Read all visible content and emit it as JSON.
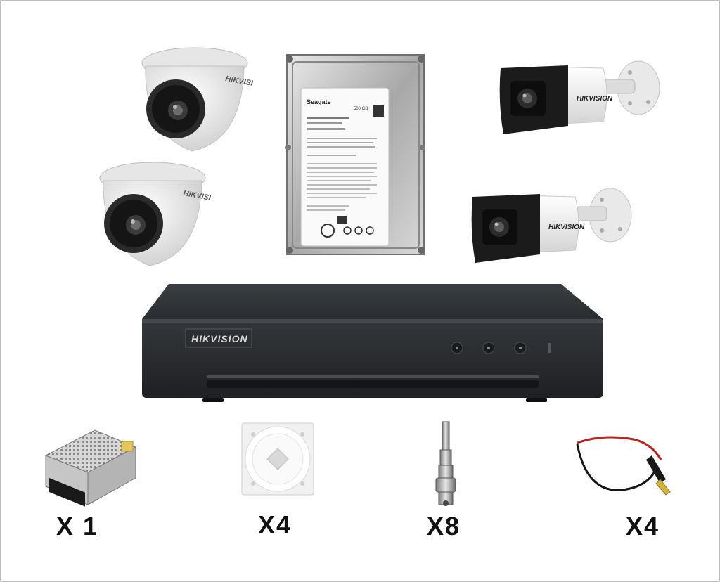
{
  "brand": {
    "camera_logo": "HIKVISION",
    "dvr_logo": "HIKVISION",
    "hdd_logo": "Seagate"
  },
  "products": {
    "dome_cameras": {
      "count_shown": 2,
      "icon": "dome-camera-icon"
    },
    "bullet_cameras": {
      "count_shown": 2,
      "icon": "bullet-camera-icon"
    },
    "hard_drive": {
      "icon": "hard-drive-icon",
      "capacity_label": "500 GB"
    },
    "dvr": {
      "icon": "dvr-recorder-icon"
    }
  },
  "accessories": [
    {
      "name": "power-supply",
      "icon": "power-supply-icon",
      "quantity": "X 1"
    },
    {
      "name": "junction-box",
      "icon": "junction-box-icon",
      "quantity": "X4"
    },
    {
      "name": "bnc-connector",
      "icon": "bnc-connector-icon",
      "quantity": "X8"
    },
    {
      "name": "dc-power-pigtail",
      "icon": "dc-pigtail-icon",
      "quantity": "X4"
    }
  ],
  "colors": {
    "camera_white": "#f2f2f2",
    "camera_black": "#1b1b1b",
    "dvr_body": "#2e3033",
    "border": "#bdbdbd"
  }
}
